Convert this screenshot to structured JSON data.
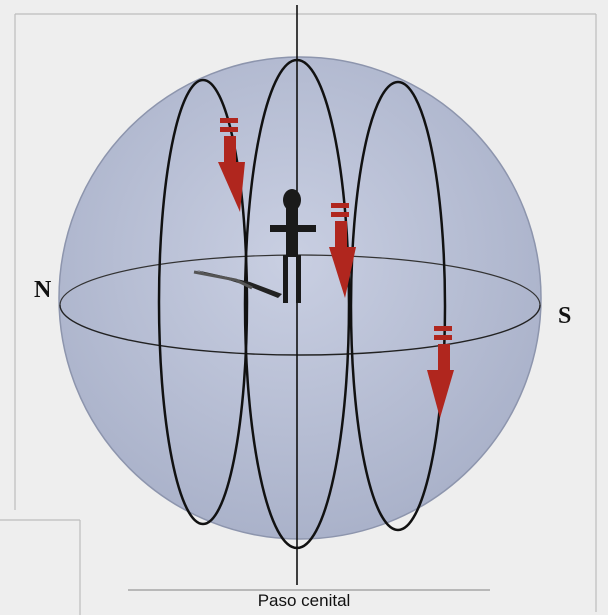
{
  "diagram": {
    "north_label": "N",
    "south_label": "S",
    "caption": "Paso cenital",
    "colors": {
      "sphere": "#b7bfd6",
      "arrow": "#b0261e",
      "lines": "#111111",
      "background": "#eeeeee"
    }
  }
}
